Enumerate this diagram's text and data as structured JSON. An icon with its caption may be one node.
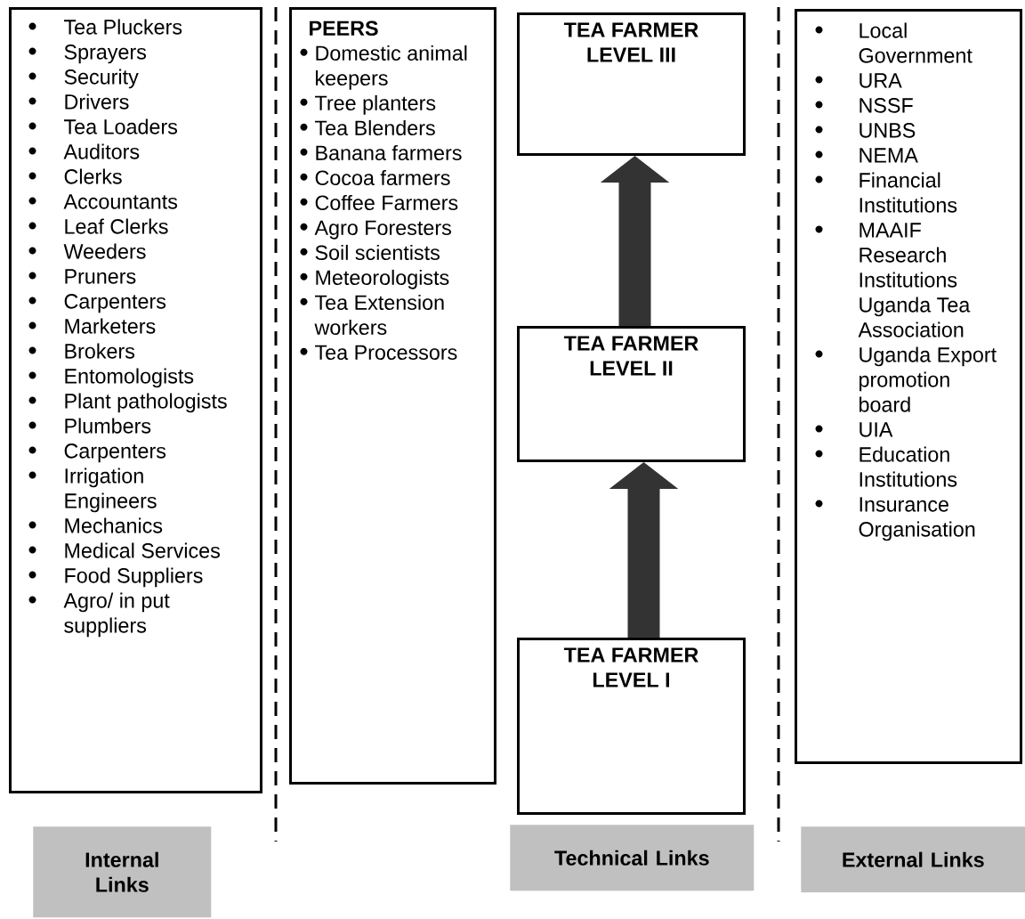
{
  "diagram": {
    "nodes": [
      {
        "text": [
          "Tea Pluckers",
          "Sprayers",
          "Security",
          "Drivers",
          "Tea Loaders",
          "Auditors",
          "Clerks",
          "Accountants",
          "Leaf Clerks",
          "Weeders",
          "Pruners",
          "Carpenters",
          "Marketers",
          "Brokers",
          "Entomologists",
          "Plant pathologists",
          "Plumbers",
          "Carpenters",
          "Irrigation Engineers",
          "Mechanics",
          "Medical Services",
          "Food Suppliers",
          "Agro/ in put suppliers"
        ]
      },
      {
        "text": [
          "PEERS",
          "Domestic animal keepers",
          "Tree planters",
          "Tea Blenders",
          "Banana farmers",
          "Cocoa farmers",
          "Coffee Farmers",
          "Agro Foresters",
          "Soil scientists",
          "Meteorologists",
          "Tea Extension workers",
          "Tea Processors"
        ]
      },
      {
        "text": [
          "TEA FARMER LEVEL III"
        ]
      },
      {
        "text": [
          "TEA FARMER LEVEL II"
        ]
      },
      {
        "text": [
          "TEA FARMER LEVEL I"
        ]
      },
      {
        "text": [
          "Local Government",
          "URA",
          "NSSF",
          "UNBS",
          "NEMA",
          "Financial Institutions",
          "MAAIF Research Institutions Uganda Tea Association",
          "Uganda Export promotion board",
          "UIA",
          "Education Institutions",
          "Insurance Organisation"
        ]
      },
      {
        "text": [
          "Internal Links"
        ]
      },
      {
        "text": [
          "Technical Links"
        ]
      },
      {
        "text": [
          "External Links"
        ]
      }
    ],
    "edges": [
      {
        "from": 4,
        "to": 3,
        "arrow": "to"
      },
      {
        "from": 3,
        "to": 2,
        "arrow": "to"
      }
    ]
  }
}
